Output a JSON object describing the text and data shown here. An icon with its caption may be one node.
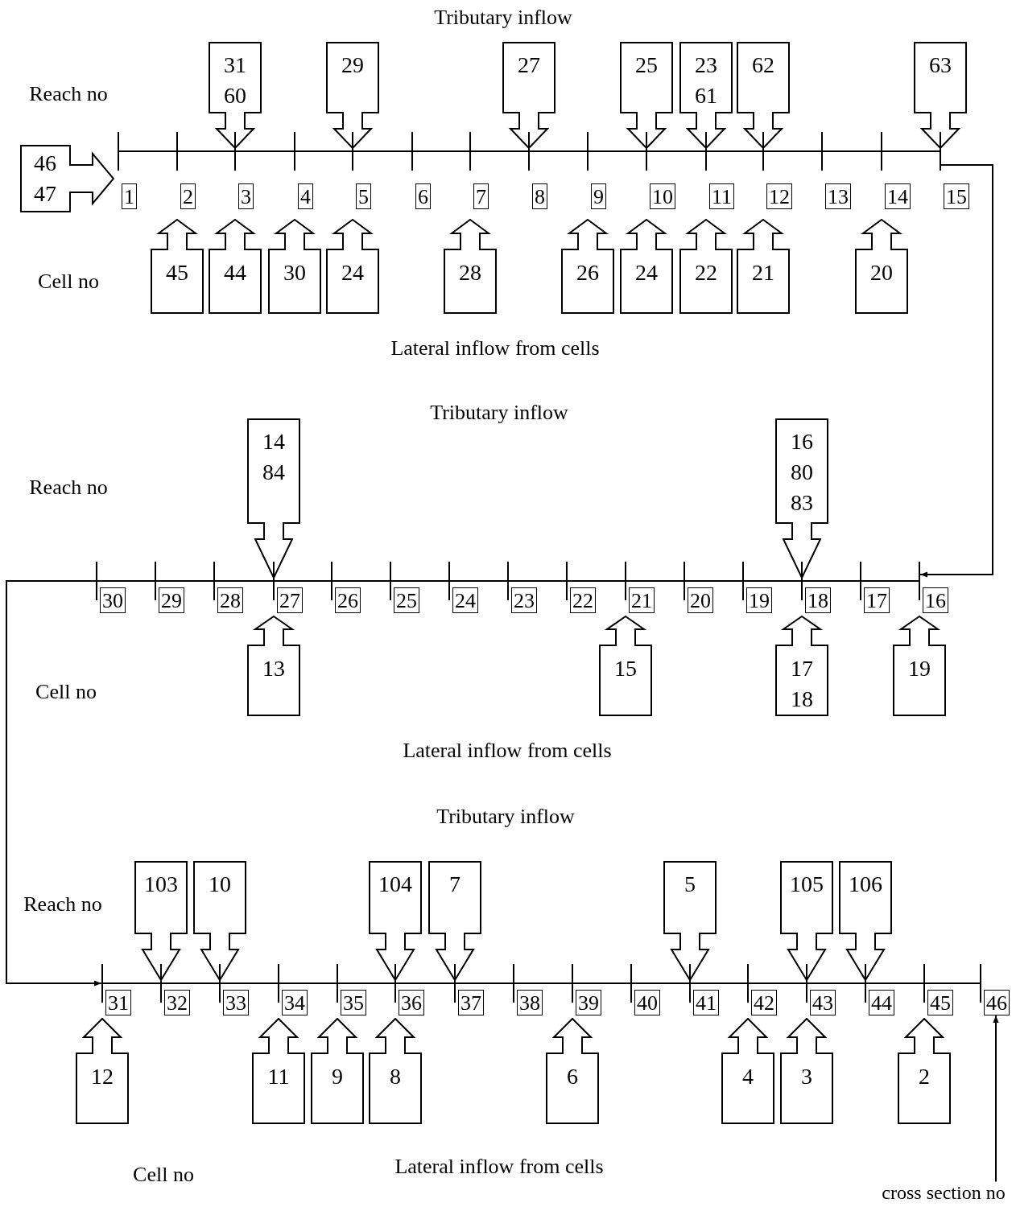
{
  "diagram": {
    "nodes": [
      {
        "text": [
          "46",
          "47"
        ]
      },
      {
        "text": [
          "31",
          "60"
        ]
      },
      {
        "text": [
          "29"
        ]
      },
      {
        "text": [
          "27"
        ]
      },
      {
        "text": [
          "25"
        ]
      },
      {
        "text": [
          "23",
          "61"
        ]
      },
      {
        "text": [
          "62"
        ]
      },
      {
        "text": [
          "63"
        ]
      },
      {
        "text": [],
        "shape": "bar"
      },
      {
        "text": [
          "1"
        ]
      },
      {
        "text": [
          "2"
        ]
      },
      {
        "text": [
          "3"
        ]
      },
      {
        "text": [
          "4"
        ]
      },
      {
        "text": [
          "5"
        ]
      },
      {
        "text": [
          "6"
        ]
      },
      {
        "text": [
          "7"
        ]
      },
      {
        "text": [
          "8"
        ]
      },
      {
        "text": [
          "9"
        ]
      },
      {
        "text": [
          "10"
        ]
      },
      {
        "text": [
          "11"
        ]
      },
      {
        "text": [
          "12"
        ]
      },
      {
        "text": [
          "13"
        ]
      },
      {
        "text": [
          "14"
        ]
      },
      {
        "text": [
          "15"
        ]
      },
      {
        "text": [
          "45"
        ]
      },
      {
        "text": [
          "44"
        ]
      },
      {
        "text": [
          "30"
        ]
      },
      {
        "text": [
          "24"
        ]
      },
      {
        "text": [
          "28"
        ]
      },
      {
        "text": [
          "26"
        ]
      },
      {
        "text": [
          "24"
        ]
      },
      {
        "text": [
          "22"
        ]
      },
      {
        "text": [
          "21"
        ]
      },
      {
        "text": [
          "20"
        ]
      },
      {
        "text": [
          "14",
          "84"
        ]
      },
      {
        "text": [
          "16",
          "80",
          "83"
        ]
      },
      {
        "text": [],
        "shape": "bar"
      },
      {
        "text": [
          "30"
        ]
      },
      {
        "text": [
          "29"
        ]
      },
      {
        "text": [
          "28"
        ]
      },
      {
        "text": [
          "27"
        ]
      },
      {
        "text": [
          "26"
        ]
      },
      {
        "text": [
          "25"
        ]
      },
      {
        "text": [
          "24"
        ]
      },
      {
        "text": [
          "23"
        ]
      },
      {
        "text": [
          "22"
        ]
      },
      {
        "text": [
          "21"
        ]
      },
      {
        "text": [
          "20"
        ]
      },
      {
        "text": [
          "19"
        ]
      },
      {
        "text": [
          "18"
        ]
      },
      {
        "text": [
          "17"
        ]
      },
      {
        "text": [
          "16"
        ]
      },
      {
        "text": [
          "13"
        ]
      },
      {
        "text": [
          "15"
        ]
      },
      {
        "text": [
          "17",
          "18"
        ]
      },
      {
        "text": [
          "19"
        ]
      },
      {
        "text": [
          "103"
        ]
      },
      {
        "text": [
          "10"
        ]
      },
      {
        "text": [
          "104"
        ]
      },
      {
        "text": [
          "7"
        ]
      },
      {
        "text": [
          "5"
        ]
      },
      {
        "text": [
          "105"
        ]
      },
      {
        "text": [
          "106"
        ]
      },
      {
        "text": [],
        "shape": "bar"
      },
      {
        "text": [
          "31"
        ]
      },
      {
        "text": [
          "32"
        ]
      },
      {
        "text": [
          "33"
        ]
      },
      {
        "text": [
          "34"
        ]
      },
      {
        "text": [
          "35"
        ]
      },
      {
        "text": [
          "36"
        ]
      },
      {
        "text": [
          "37"
        ]
      },
      {
        "text": [
          "38"
        ]
      },
      {
        "text": [
          "39"
        ]
      },
      {
        "text": [
          "40"
        ]
      },
      {
        "text": [
          "41"
        ]
      },
      {
        "text": [
          "42"
        ]
      },
      {
        "text": [
          "43"
        ]
      },
      {
        "text": [
          "44"
        ]
      },
      {
        "text": [
          "45"
        ]
      },
      {
        "text": [
          "46"
        ]
      },
      {
        "text": [
          "12"
        ]
      },
      {
        "text": [
          "11"
        ]
      },
      {
        "text": [
          "9"
        ]
      },
      {
        "text": [
          "8"
        ]
      },
      {
        "text": [
          "6"
        ]
      },
      {
        "text": [
          "4"
        ]
      },
      {
        "text": [
          "3"
        ]
      },
      {
        "text": [
          "2"
        ]
      },
      {
        "text": [
          "cross section no"
        ]
      }
    ],
    "edges": [
      {
        "from": 8,
        "to": 36,
        "arrow": "to"
      },
      {
        "from": 36,
        "to": 63,
        "arrow": "to"
      },
      {
        "from": 88,
        "to": 79,
        "arrow": "to"
      }
    ],
    "labels": [
      "Tributary inflow",
      "Reach no",
      "Cell no",
      "Lateral inflow from cells",
      "Tributary inflow",
      "Reach no",
      "Cell no",
      "Lateral inflow from cells",
      "Tributary inflow",
      "Reach no",
      "Cell no",
      "Lateral inflow from cells"
    ]
  }
}
